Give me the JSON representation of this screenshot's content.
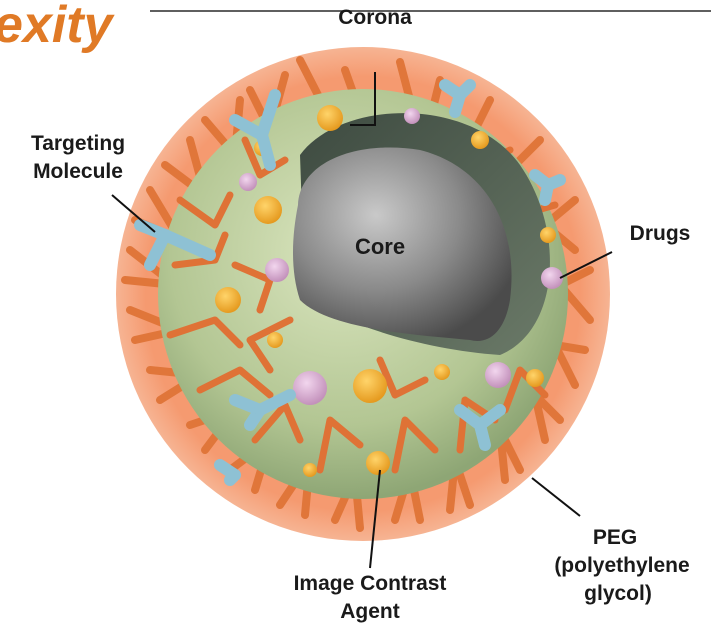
{
  "header": {
    "brand_fragment": "exity"
  },
  "labels": {
    "corona": "Corona",
    "targeting_line1": "Targeting",
    "targeting_line2": "Molecule",
    "core": "Core",
    "drugs": "Drugs",
    "peg_line1": "PEG",
    "peg_line2": "(polyethylene",
    "peg_line3": "glycol)",
    "contrast_line1": "Image Contrast",
    "contrast_line2": "Agent"
  },
  "colors": {
    "peg_chains": "#e07a3a",
    "corona_halo": "#f4a27a",
    "matrix": "#b9cc9a",
    "core_shell": "#4d5a4e",
    "core": "#8a8a8a",
    "targeting": "#8fc3d6",
    "contrast_agent": "#f0ad34",
    "drugs": "#d6a9cf",
    "brand": "#e07a26"
  }
}
